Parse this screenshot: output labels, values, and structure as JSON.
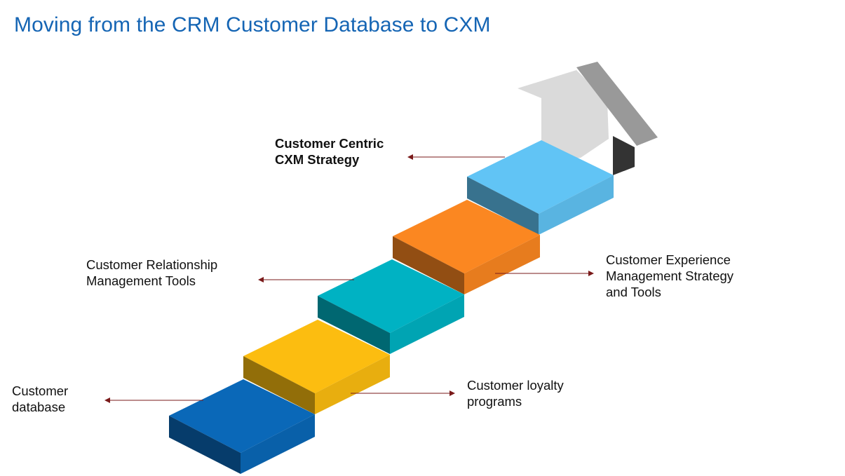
{
  "title": "Moving from the CRM Customer Database to CXM",
  "steps": [
    {
      "label": [
        "Customer",
        "database"
      ],
      "color": "#0a68b8"
    },
    {
      "label": [
        "Customer loyalty",
        "programs"
      ],
      "color": "#fcbd10"
    },
    {
      "label": [
        "Customer Relationship",
        "Management  Tools"
      ],
      "color": "#00b2c3"
    },
    {
      "label": [
        "Customer Experience",
        "Management  Strategy",
        "and Tools"
      ],
      "color": "#fb8721"
    },
    {
      "label": [
        "Customer Centric",
        "CXM Strategy"
      ],
      "color": "#61c4f5"
    }
  ],
  "icons": {
    "goal": "house-arrow-icon"
  },
  "colors": {
    "title": "#1565b4",
    "connector": "#7a1a1a"
  }
}
